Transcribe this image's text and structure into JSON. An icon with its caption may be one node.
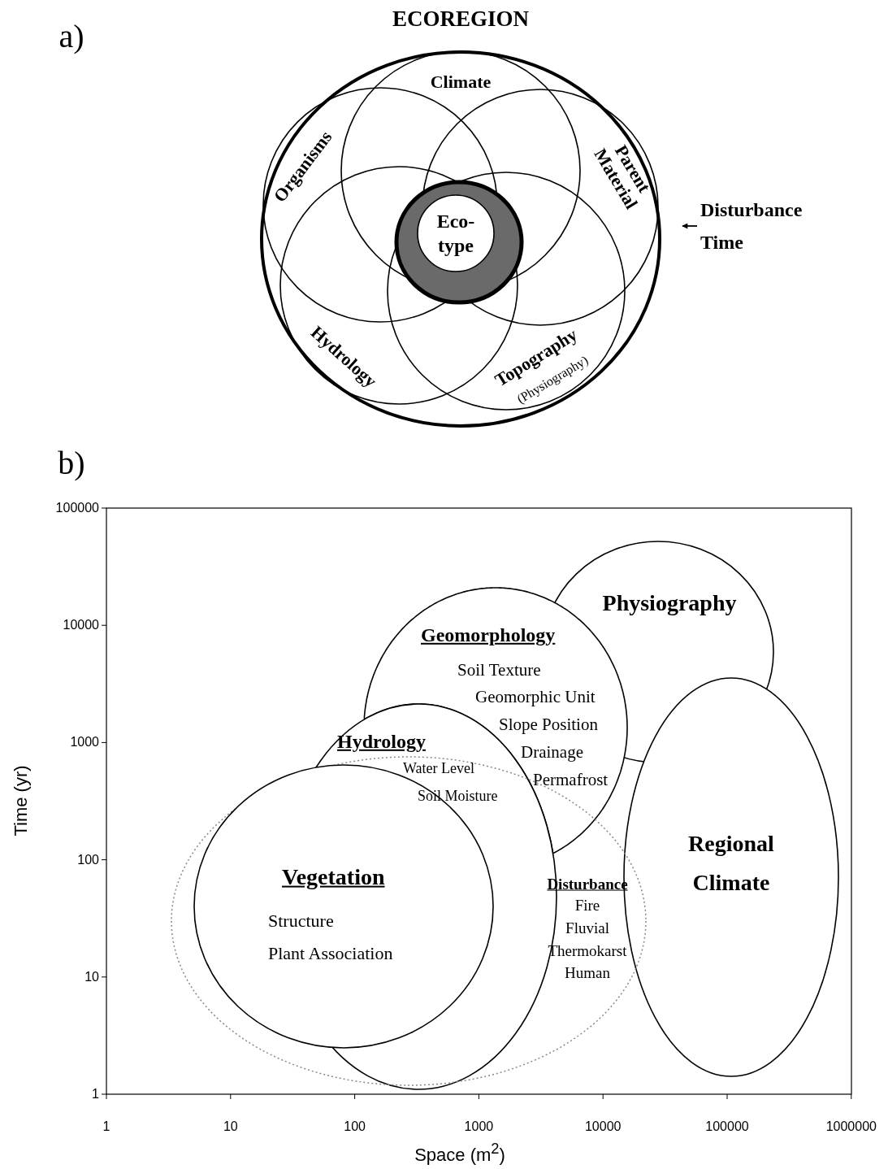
{
  "diagram": {
    "nodes": [
      {
        "text": [
          "ECOREGION"
        ]
      },
      {
        "text": [
          "Climate"
        ],
        "in": 0
      },
      {
        "text": [
          "Organisms"
        ],
        "in": 0
      },
      {
        "text": [
          "Parent Material"
        ],
        "in": 0
      },
      {
        "text": [
          "Hydrology"
        ],
        "in": 0
      },
      {
        "text": [
          "Topography",
          "(Physiography)"
        ],
        "in": 0
      },
      {
        "text": [],
        "shape": "circle"
      },
      {
        "text": [
          "Eco-type"
        ]
      },
      {
        "text": [
          "Disturbance",
          "Time"
        ]
      },
      {
        "text": [
          "Physiography"
        ]
      },
      {
        "text": [
          "Geomorphology",
          "Soil Texture",
          "Geomorphic Unit",
          "Slope Position",
          "Drainage",
          "Permafrost"
        ]
      },
      {
        "text": [
          "Hydrology",
          "Water Level",
          "Soil Moisture"
        ]
      },
      {
        "text": [
          "Regional Climate"
        ]
      },
      {
        "text": [
          "Vegetation",
          "Structure",
          "Plant Association"
        ],
        "in": 14
      },
      {
        "text": [
          "Disturbance",
          "Fire",
          "Fluvial",
          "Thermokarst",
          "Human"
        ]
      }
    ],
    "edges": [
      {
        "from": 8,
        "to": 0,
        "arrow": "to"
      }
    ],
    "labels": [
      "a)",
      "b)",
      "100000",
      "10000",
      "1000",
      "100",
      "10",
      "1",
      "1",
      "10",
      "100",
      "1000",
      "10000",
      "100000",
      "1000000",
      "Time (yr)",
      "Space (m$^{2}$)"
    ]
  }
}
